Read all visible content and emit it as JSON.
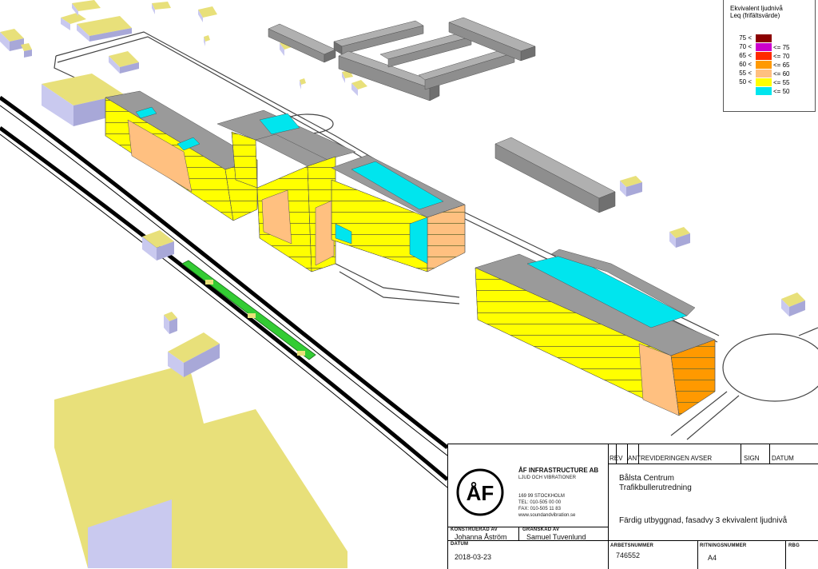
{
  "legend": {
    "title": "Ekvivalent ljudnivå",
    "subtitle": "Leq (frifältsvärde)",
    "rows": [
      {
        "low": "75 <",
        "high": "",
        "color": "#8b0000"
      },
      {
        "low": "70 <",
        "high": "<= 75",
        "color": "#cc00cc"
      },
      {
        "low": "65 <",
        "high": "<= 70",
        "color": "#ff2a00"
      },
      {
        "low": "60 <",
        "high": "<= 65",
        "color": "#ff9900"
      },
      {
        "low": "55 <",
        "high": "<= 60",
        "color": "#ffc080"
      },
      {
        "low": "50 <",
        "high": "<= 55",
        "color": "#ffff00"
      },
      {
        "low": "",
        "high": "<= 50",
        "color": "#00e5ee"
      }
    ]
  },
  "title_block": {
    "company": "ÅF INFRASTRUCTURE AB",
    "department": "LJUD OCH VIBRATIONER",
    "address": "169 99 STOCKHOLM",
    "tel": "TEL:   010-505 00 00",
    "fax": "FAX:   010-505 11 83",
    "web": "www.soundandvibration.se",
    "logo_text": "ÅF",
    "rev_headers": {
      "rev": "REV",
      "ant": "ANT",
      "revidering": "REVIDERINGEN AVSER",
      "sign": "SIGN",
      "datum": "DATUM"
    },
    "project_line1": "Bålsta Centrum",
    "project_line2": "Trafikbullerutredning",
    "drawing_title": "Färdig utbyggnad, fasadvy 3 ekvivalent ljudnivå",
    "konstruerad_label": "KONSTRUERAD AV",
    "konstruerad_value": "Johanna Åström",
    "granskad_label": "GRANSKAD AV",
    "granskad_value": "Samuel Tuvenlund",
    "datum_label": "DATUM",
    "datum_value": "2018-03-23",
    "arbetsnummer_label": "ARBETSNUMMER",
    "arbetsnummer_value": "746552",
    "ritningsnummer_label": "RITNINGSNUMMER",
    "ritningsnummer_value": "A4",
    "rbg_label": "RBG"
  }
}
